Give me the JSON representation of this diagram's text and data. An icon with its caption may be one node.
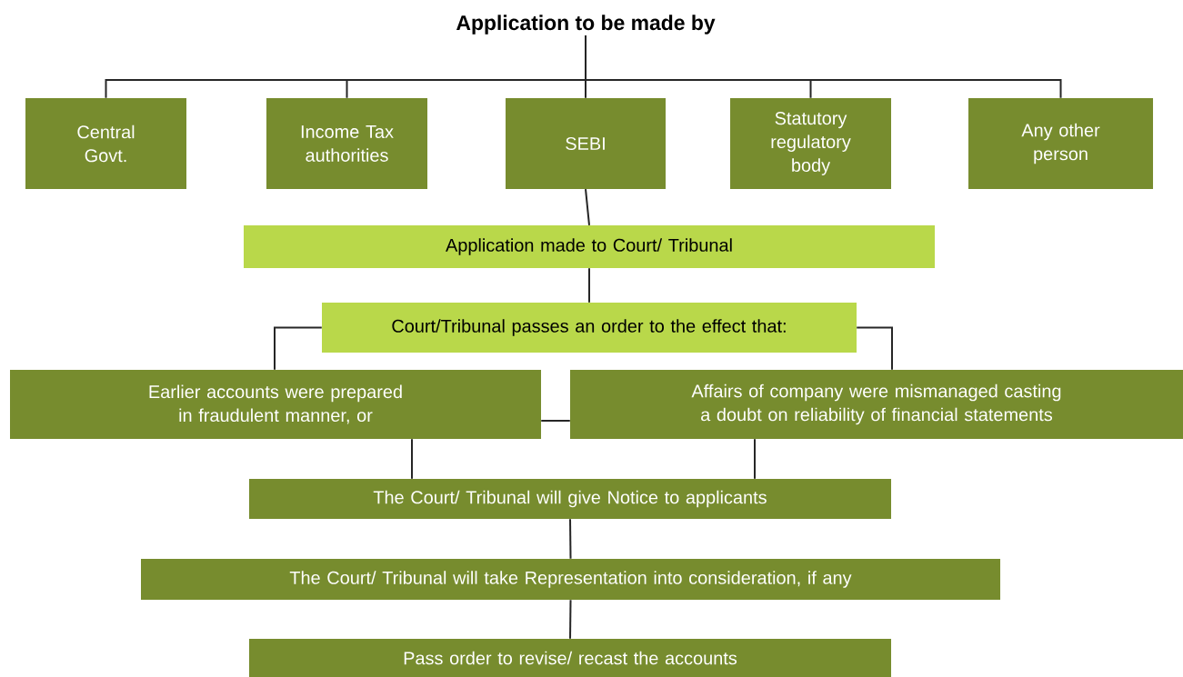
{
  "diagram": {
    "nodes": [
      {
        "text": [
          "Application to be made by"
        ]
      },
      {
        "text": [
          "Central Govt."
        ]
      },
      {
        "text": [
          "Income Tax authorities"
        ]
      },
      {
        "text": [
          "SEBI"
        ]
      },
      {
        "text": [
          "Statutory regulatory body"
        ]
      },
      {
        "text": [
          "Any other person"
        ]
      },
      {
        "text": [
          "Application made to Court/ Tribunal"
        ]
      },
      {
        "text": [
          "Court/Tribunal passes an order to the effect that:"
        ]
      },
      {
        "text": [
          "Earlier accounts were prepared in fraudulent manner, or"
        ]
      },
      {
        "text": [
          "Affairs of company were mismanaged casting a doubt on reliability of financial statements"
        ]
      },
      {
        "text": [
          "The Court/ Tribunal will give Notice to applicants"
        ]
      },
      {
        "text": [
          "The Court/ Tribunal will take Representation into consideration, if any"
        ]
      },
      {
        "text": [
          "Pass order to revise/ recast the accounts"
        ]
      }
    ],
    "edges": [
      {
        "from": 0,
        "to": 1,
        "arrow": "none"
      },
      {
        "from": 0,
        "to": 2,
        "arrow": "none"
      },
      {
        "from": 0,
        "to": 3,
        "arrow": "none"
      },
      {
        "from": 0,
        "to": 4,
        "arrow": "none"
      },
      {
        "from": 0,
        "to": 5,
        "arrow": "none"
      },
      {
        "from": 3,
        "to": 6,
        "arrow": "none"
      },
      {
        "from": 6,
        "to": 7,
        "arrow": "none"
      },
      {
        "from": 7,
        "to": 8,
        "arrow": "none"
      },
      {
        "from": 7,
        "to": 9,
        "arrow": "none"
      },
      {
        "from": 8,
        "to": 9,
        "arrow": "none"
      },
      {
        "from": 8,
        "to": 10,
        "arrow": "none"
      },
      {
        "from": 9,
        "to": 10,
        "arrow": "none"
      },
      {
        "from": 10,
        "to": 11,
        "arrow": "none"
      },
      {
        "from": 11,
        "to": 12,
        "arrow": "none"
      }
    ]
  }
}
